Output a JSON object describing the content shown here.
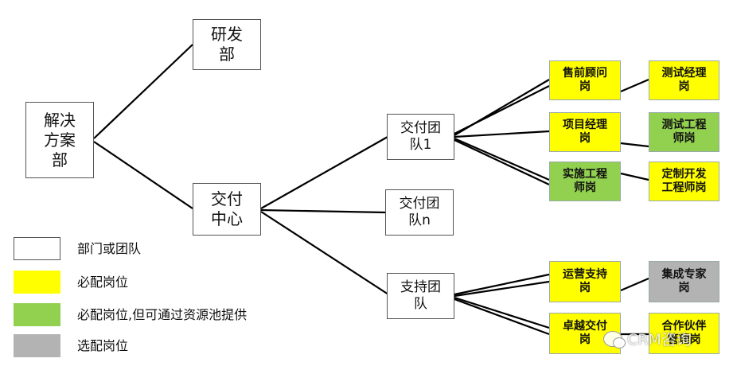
{
  "nodes": {
    "solution_dept": "解决\n方案\n部",
    "rd_dept": "研发\n部",
    "delivery_center": "交付\n中心",
    "delivery_team_1": "交付团\n队1",
    "delivery_team_n": "交付团\n队n",
    "support_team": "支持团\n队",
    "presales_consultant": "售前顾问\n岗",
    "project_manager": "项目经理\n岗",
    "implementation_engineer": "实施工程\n师岗",
    "test_manager": "测试经理\n岗",
    "test_engineer": "测试工程\n师岗",
    "custom_dev_engineer": "定制开发\n工程师岗",
    "operations_support": "运营支持\n岗",
    "excellence_delivery": "卓越交付\n岗",
    "integration_expert": "集成专家\n岗",
    "partner": "合作伙伴\n管理岗"
  },
  "legend": [
    {
      "label": "部门或团队",
      "color": "#ffffff"
    },
    {
      "label": "必配岗位",
      "color": "#ffff00"
    },
    {
      "label": "必配岗位,但可通过资源池提供",
      "color": "#92d050"
    },
    {
      "label": "选配岗位",
      "color": "#b3b3b3"
    }
  ],
  "colors": {
    "required": "#ffff00",
    "required_pool": "#92d050",
    "optional": "#b3b3b3",
    "dept": "#ffffff"
  },
  "watermark": {
    "text": "CRM咨询",
    "icon": "wechat-icon"
  }
}
